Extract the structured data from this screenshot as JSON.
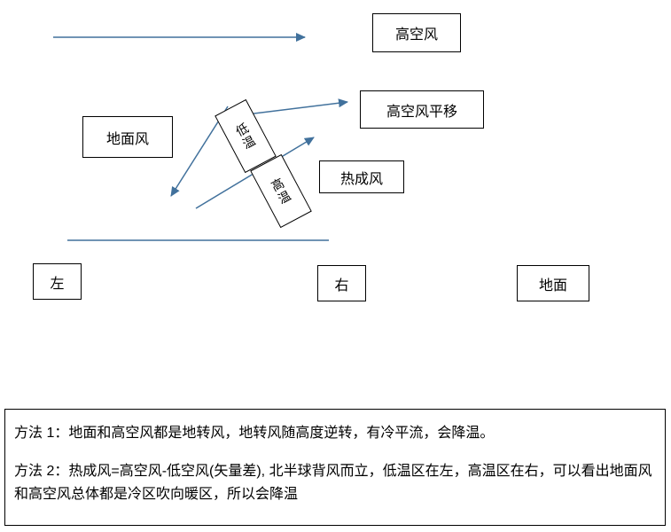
{
  "canvas": {
    "accent_color": "#41719c",
    "border_color": "#000000",
    "background": "#ffffff"
  },
  "boxes": {
    "upper_wind": "高空风",
    "upper_wind_shift": "高空风平移",
    "surface_wind": "地面风",
    "thermal_wind": "热成风",
    "low_temp": "低温",
    "high_temp": "高温",
    "left": "左",
    "right": "右",
    "ground": "地面"
  },
  "notes": {
    "method1": "方法 1：地面和高空风都是地转风，地转风随高度逆转，有冷平流，会降温。",
    "method2": "方法 2：热成风=高空风-低空风(矢量差), 北半球背风而立，低温区在左，高温区在右，可以看出地面风和高空风总体都是冷区吹向暖区，所以会降温"
  }
}
